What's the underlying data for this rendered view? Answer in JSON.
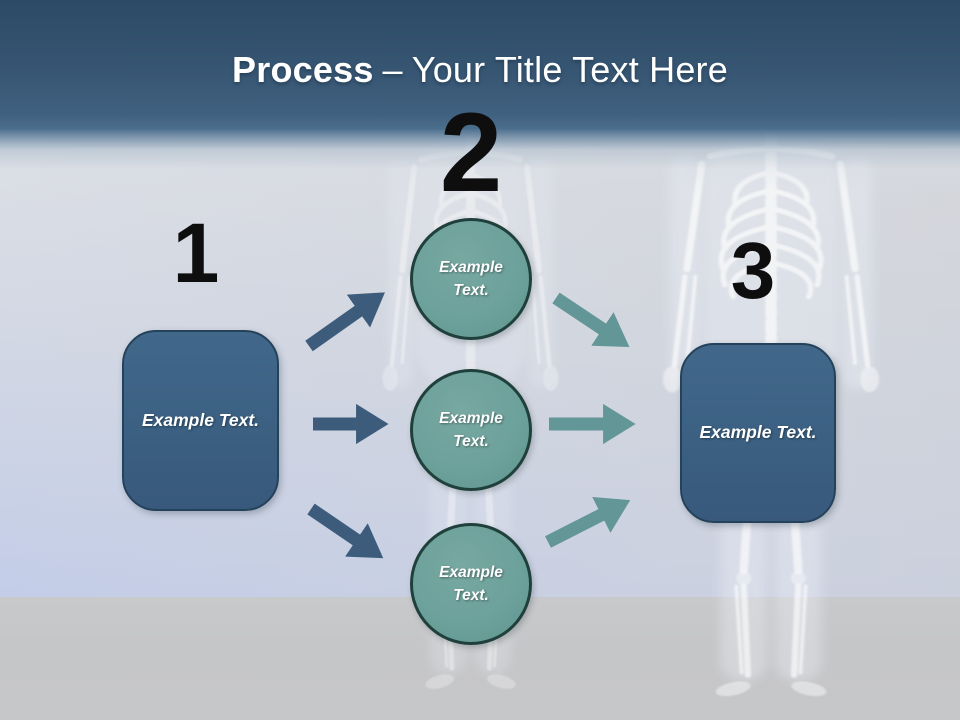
{
  "slide": {
    "title": {
      "emphasis": "Process",
      "separator": "–",
      "rest": "Your Title Text Here"
    }
  },
  "process": {
    "step1": {
      "number": "1",
      "label": "Example Text."
    },
    "step2": {
      "number": "2",
      "circles": [
        {
          "label": "Example Text."
        },
        {
          "label": "Example Text."
        },
        {
          "label": "Example Text."
        }
      ]
    },
    "step3": {
      "number": "3",
      "label": "Example Text."
    }
  },
  "decor": {
    "background_left_icon": "skeleton-xray",
    "background_right_icon": "skeleton-xray",
    "arrow_icons": [
      "arrow-up-right",
      "arrow-right",
      "arrow-down-right",
      "arrow-down-right",
      "arrow-right",
      "arrow-up-right"
    ]
  },
  "colors": {
    "header_blue_top": "#2c4a66",
    "header_blue_bottom": "#4c6e8d",
    "background_periwinkle": "#c9d1e8",
    "floor_grey": "#c6c7c9",
    "box_fill": "#3b6082",
    "box_border": "#25425b",
    "circle_fill": "#6da19b",
    "circle_border": "#20403c",
    "arrow_dark_blue": "#3d5c7c",
    "arrow_teal": "#639697",
    "number_black": "#0e0e0e",
    "title_white": "#ffffff"
  }
}
